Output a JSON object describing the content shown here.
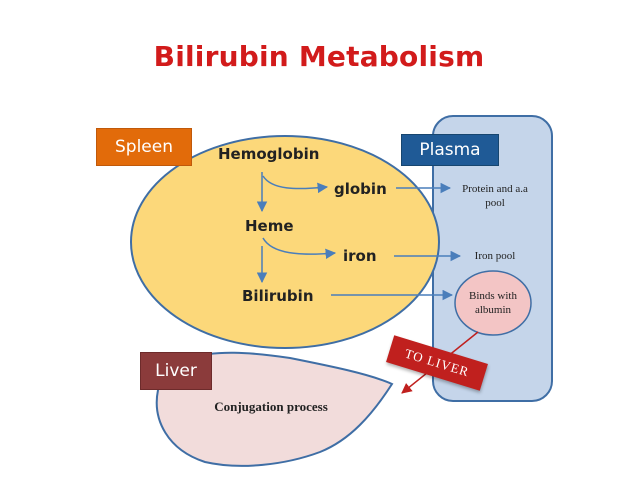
{
  "title": "Bilirubin Metabolism",
  "compartments": {
    "spleen": "Spleen",
    "plasma": "Plasma",
    "liver": "Liver"
  },
  "spleen_items": {
    "hemoglobin": "Hemoglobin",
    "globin": "globin",
    "heme": "Heme",
    "iron": "iron",
    "bilirubin": "Bilirubin"
  },
  "plasma_items": {
    "protein_pool": "Protein and a.a pool",
    "iron_pool": "Iron pool",
    "binds_albumin": "Binds with albumin"
  },
  "liver_items": {
    "conjugation": "Conjugation process"
  },
  "transfer_label": "TO LIVER",
  "colors": {
    "title": "#d21b1b",
    "spleen_fill": "#fcd87a",
    "spleen_label": "#e26b0a",
    "plasma_fill": "#c5d5ea",
    "plasma_label": "#1f5a96",
    "liver_fill": "#f2dcdb",
    "liver_label": "#8b3b3b",
    "albumin_fill": "#f3c5c5",
    "arrow": "#4a7ebb",
    "transfer_arrow": "#c0201e"
  }
}
